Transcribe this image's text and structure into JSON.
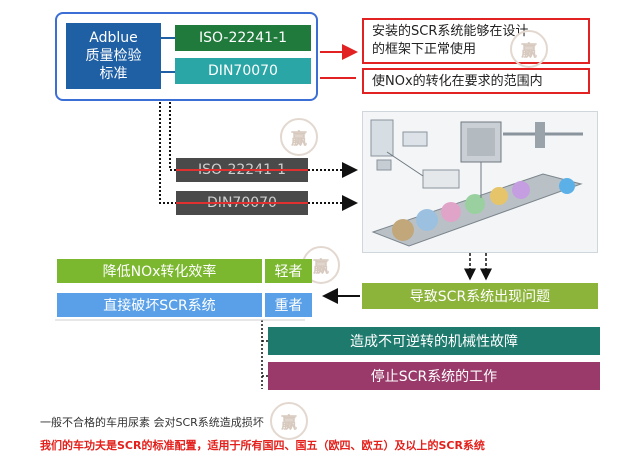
{
  "standards": {
    "adblue_line1": "Adblue",
    "adblue_line2": "质量检验",
    "adblue_line3": "标准",
    "iso": "ISO-22241-1",
    "din": "DIN70070"
  },
  "outcomes": {
    "normal_line1": "安装的SCR系统能够在设计",
    "normal_line2": "的框架下正常使用",
    "nox_range": "使NOx的转化在要求的范围内"
  },
  "noncompliant": {
    "iso": "ISO-22241-1",
    "din": "DIN70070"
  },
  "effects": [
    {
      "label": "降低NOx转化效率",
      "severity": "轻者"
    },
    {
      "label": "直接破坏SCR系统",
      "severity": "重者"
    }
  ],
  "problem": "导致SCR系统出现问题",
  "results": [
    "造成不可逆转的机械性故障",
    "停止SCR系统的工作"
  ],
  "footnote": "一般不合格的车用尿素 会对SCR系统造成损坏",
  "footer_red": "我们的车功夫是SCR的标准配置，适用于所有国四、国五（欧四、欧五）及以上的SCR系统",
  "colors": {
    "adblue_blue": "#1f5fa4",
    "iso_green": "#1f7a3b",
    "din_teal": "#2aa6a6",
    "light_green": "#7cb82f",
    "light_blue": "#5aa0e8",
    "olive_green": "#8cb33a",
    "dark_teal": "#1f7a6e",
    "magenta": "#9a3a6a",
    "alert_red": "#e22222"
  }
}
